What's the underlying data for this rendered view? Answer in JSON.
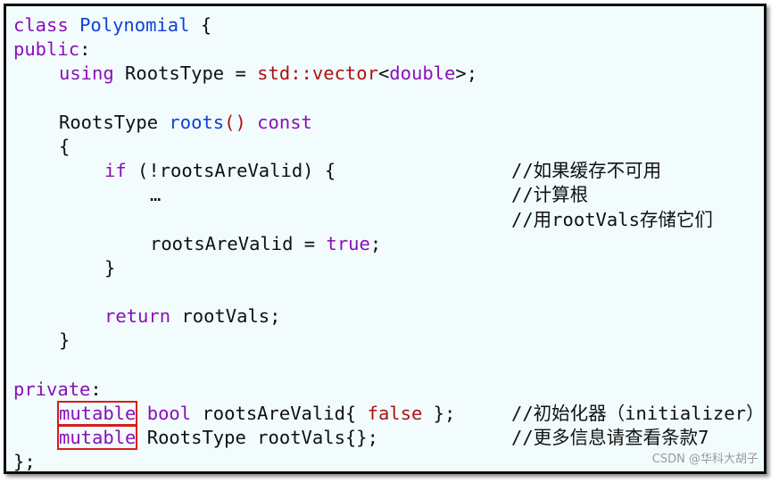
{
  "code": {
    "l1": {
      "kw": "class",
      "name": "Polynomial",
      "brace": " {"
    },
    "l2": {
      "kw": "public",
      "colon": ":"
    },
    "l3": {
      "kw": "using",
      "name": " RootsType = ",
      "ns": "std::",
      "tpl": "vector",
      "lt": "<",
      "ty": "double",
      "gt": ">;"
    },
    "l5": {
      "type": "RootsType ",
      "fn": "roots",
      "paren": "()",
      "kw": " const"
    },
    "l6": {
      "text": "{"
    },
    "l7": {
      "kw": "if",
      "cond": " (!rootsAreValid) {",
      "comment": "//如果缓存不可用"
    },
    "l8": {
      "text": "…",
      "comment": "//计算根"
    },
    "l9": {
      "comment": "//用rootVals存储它们"
    },
    "l10": {
      "name": "rootsAreValid = ",
      "val": "true",
      "semi": ";"
    },
    "l11": {
      "text": "}"
    },
    "l13": {
      "kw": "return",
      "rest": " rootVals;"
    },
    "l14": {
      "text": "}"
    },
    "l16": {
      "kw": "private",
      "colon": ":"
    },
    "l17": {
      "mut": "mutable",
      "ty": " bool",
      "name": " rootsAreValid{ ",
      "val": "false",
      "end": " };",
      "comment": "//初始化器（initializer）"
    },
    "l18": {
      "mut": "mutable",
      "rest": " RootsType rootVals{};",
      "comment": "//更多信息请查看条款7"
    },
    "l19": {
      "text": "};"
    }
  },
  "watermark": "CSDN @华科大胡子",
  "colors": {
    "keyword": "#8a10b8",
    "type": "#1040d8",
    "template": "#b01010",
    "highlight_box": "#d81c1c",
    "background": "#f2fcfc"
  }
}
